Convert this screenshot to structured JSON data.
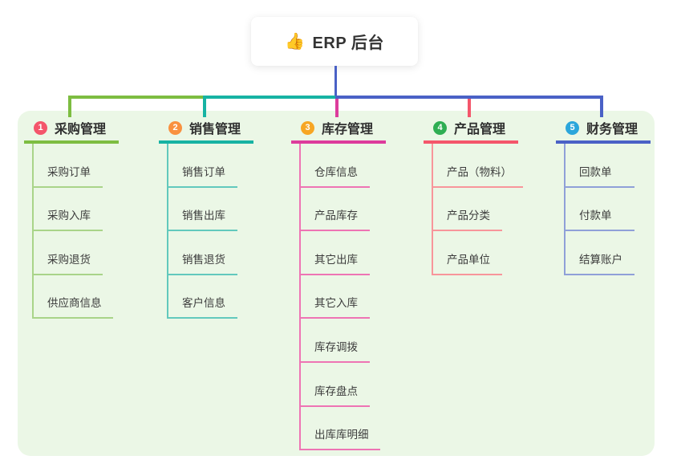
{
  "root": {
    "icon": "thumbs-up-icon",
    "icon_char": "👍",
    "label": "ERP 后台",
    "line_color": "#4a61c6"
  },
  "branches": [
    {
      "num": "1",
      "label": "采购管理",
      "badge_color": "#f4556b",
      "line_color": "#7dbd41",
      "child_line_color": "#a9d489",
      "children": [
        "采购订单",
        "采购入库",
        "采购退货",
        "供应商信息"
      ]
    },
    {
      "num": "2",
      "label": "销售管理",
      "badge_color": "#f9913f",
      "line_color": "#17b3a3",
      "child_line_color": "#62c9bd",
      "children": [
        "销售订单",
        "销售出库",
        "销售退货",
        "客户信息"
      ]
    },
    {
      "num": "3",
      "label": "库存管理",
      "badge_color": "#f7a623",
      "line_color": "#dd3c9c",
      "child_line_color": "#ee74b4",
      "children": [
        "仓库信息",
        "产品库存",
        "其它出库",
        "其它入库",
        "库存调拨",
        "库存盘点",
        "出库库明细"
      ]
    },
    {
      "num": "4",
      "label": "产品管理",
      "badge_color": "#2fae53",
      "line_color": "#f4566b",
      "child_line_color": "#f8959b",
      "children": [
        "产品（物料）",
        "产品分类",
        "产品单位"
      ]
    },
    {
      "num": "5",
      "label": "财务管理",
      "badge_color": "#2ba6db",
      "line_color": "#4a61c6",
      "child_line_color": "#8fa0d8",
      "children": [
        "回款单",
        "付款单",
        "结算账户"
      ]
    }
  ]
}
